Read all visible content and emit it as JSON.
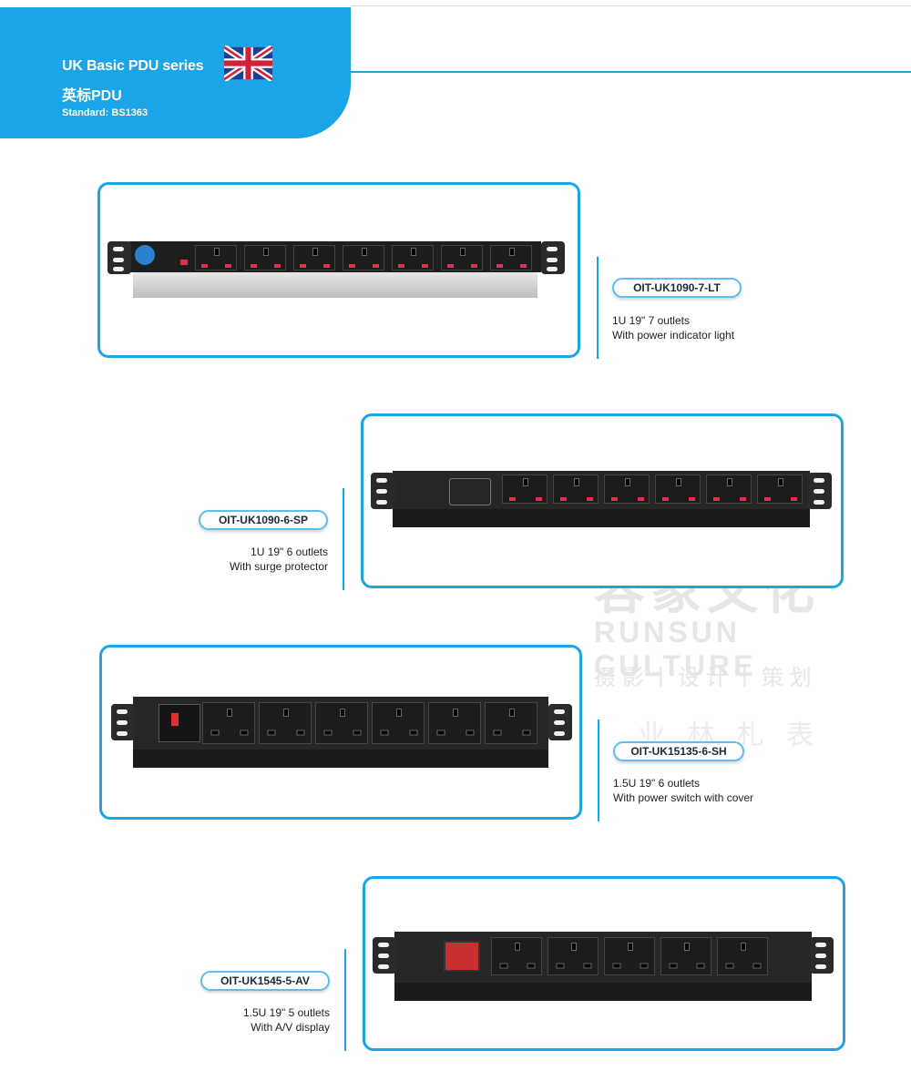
{
  "header": {
    "title": "UK Basic PDU series",
    "subtitle": "英标PDU",
    "standard": "Standard: BS1363",
    "flag_icon": "uk-flag-icon"
  },
  "products": [
    {
      "model": "OIT-UK1090-7-LT",
      "spec": "1U 19\" 7 outlets",
      "feature": "With power indicator light"
    },
    {
      "model": "OIT-UK1090-6-SP",
      "spec": "1U 19\" 6 outlets",
      "feature": "With surge protector"
    },
    {
      "model": "OIT-UK15135-6-SH",
      "spec": "1.5U 19\" 6 outlets",
      "feature": "With power switch with cover"
    },
    {
      "model": "OIT-UK1545-5-AV",
      "spec": "1.5U 19\" 5 outlets",
      "feature": "With A/V display"
    }
  ],
  "colors": {
    "accent": "#1aa5e8",
    "badge_border": "#5cc0ee"
  },
  "watermark": {
    "cn": "容象文化",
    "en": "RUNSUN CULTURE",
    "sub": "摄 影 丨 设 计 丨 策 划",
    "cn2": "业 林 札 表"
  }
}
